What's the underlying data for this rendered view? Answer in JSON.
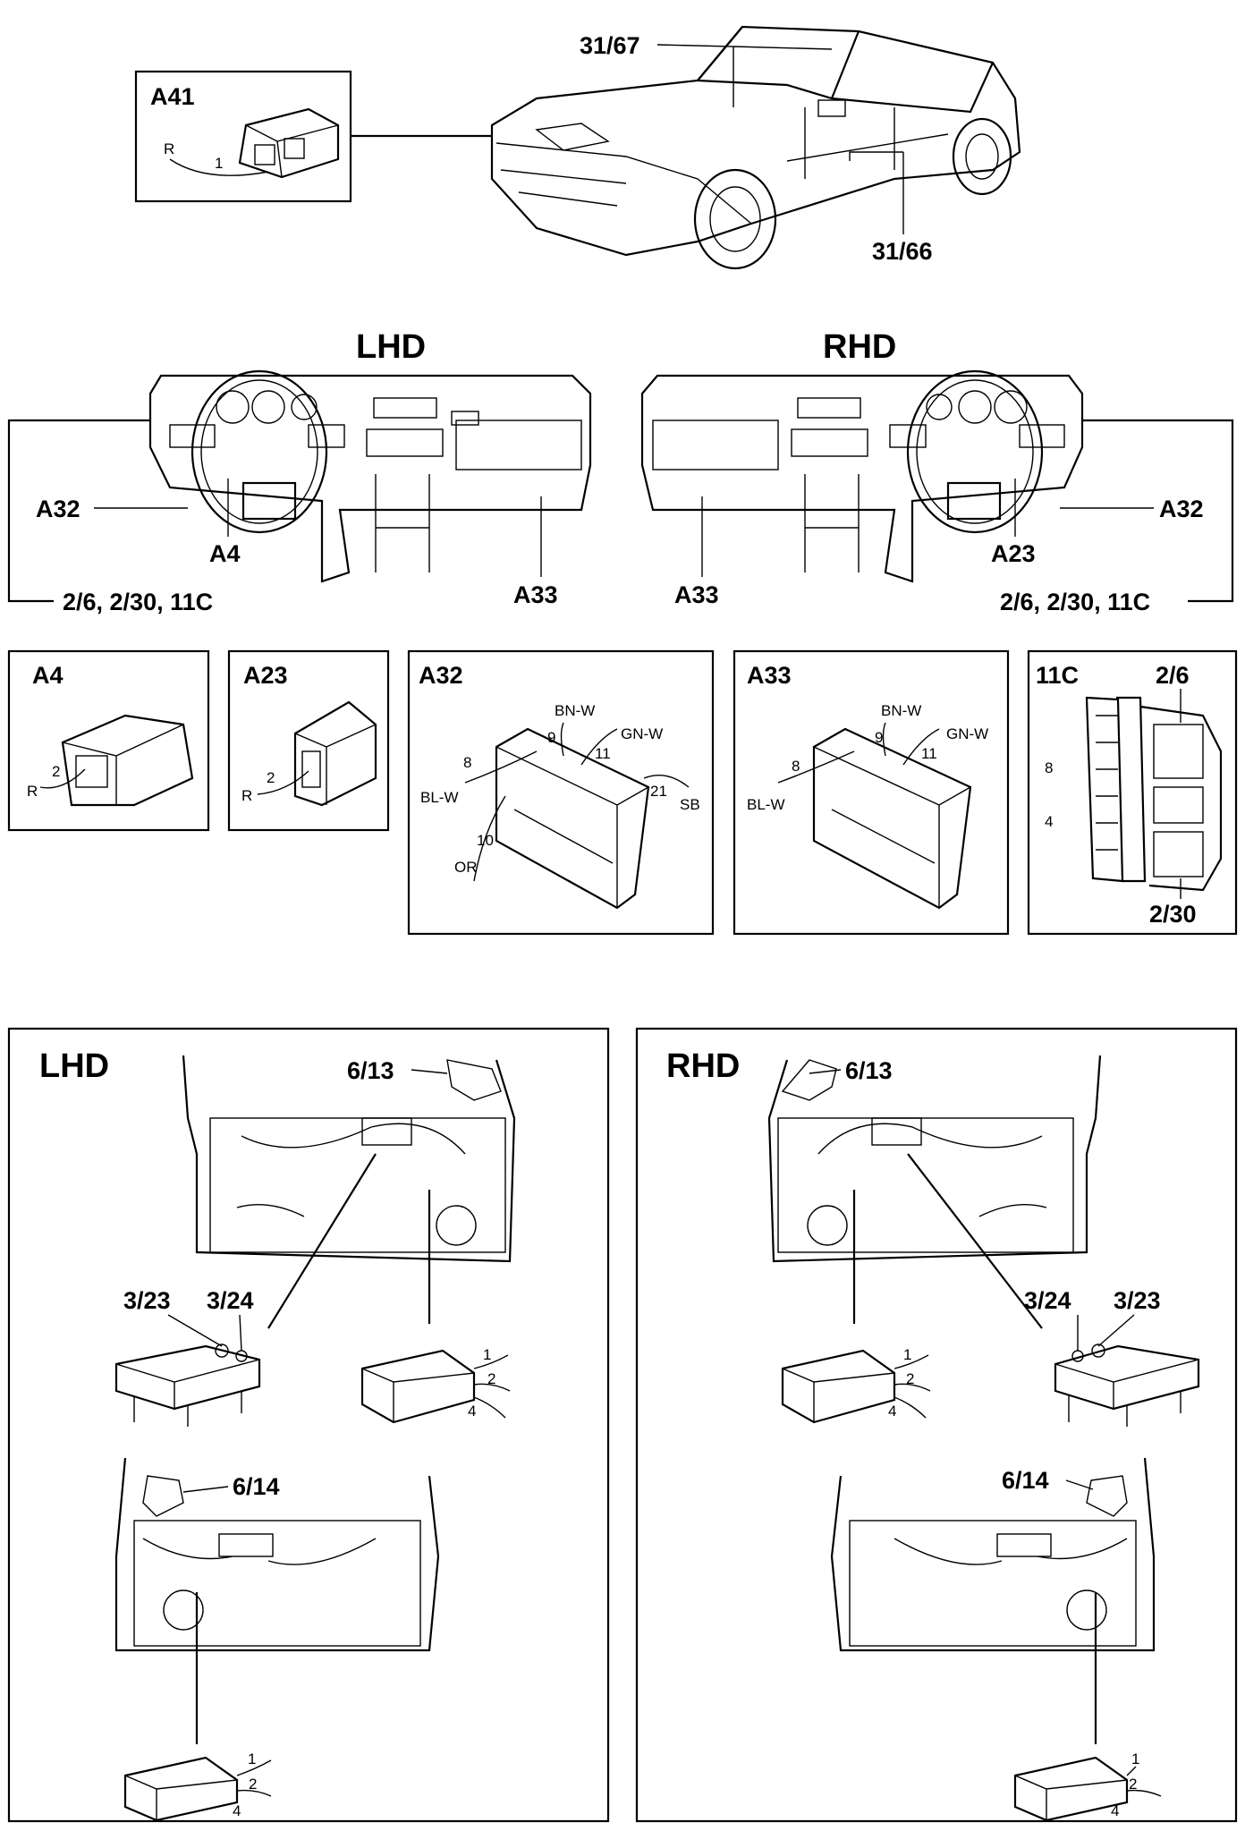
{
  "car": {
    "label_a41": "A41",
    "wire_r": "R",
    "wire_1": "1",
    "ref_top": "31/67",
    "ref_bottom": "31/66"
  },
  "dash": {
    "lhd": "LHD",
    "rhd": "RHD",
    "a32": "A32",
    "a4": "A4",
    "a23": "A23",
    "a33": "A33",
    "refs": "2/6, 2/30, 11C"
  },
  "connectors": {
    "a4": {
      "title": "A4",
      "wire": "R",
      "pin": "2"
    },
    "a23": {
      "title": "A23",
      "wire": "R",
      "pin": "2"
    },
    "a32": {
      "title": "A32",
      "bn_w": "BN-W",
      "gn_w": "GN-W",
      "bl_w": "BL-W",
      "or": "OR",
      "sb": "SB",
      "p8": "8",
      "p9": "9",
      "p10": "10",
      "p11": "11",
      "p21": "21"
    },
    "a33": {
      "title": "A33",
      "bn_w": "BN-W",
      "gn_w": "GN-W",
      "bl_w": "BL-W",
      "p8": "8",
      "p9": "9",
      "p11": "11"
    },
    "c11": {
      "title": "11C",
      "ref_26": "2/6",
      "ref_230": "2/30",
      "p8": "8",
      "p4": "4"
    }
  },
  "doors": {
    "lhd": {
      "title": "LHD",
      "mirror_front": "6/13",
      "mirror_rear": "6/14",
      "sw_a": "3/23",
      "sw_b": "3/24"
    },
    "rhd": {
      "title": "RHD",
      "mirror_front": "6/13",
      "mirror_rear": "6/14",
      "sw_a": "3/24",
      "sw_b": "3/23"
    },
    "pins": {
      "p1": "1",
      "p2": "2",
      "p4": "4"
    }
  }
}
